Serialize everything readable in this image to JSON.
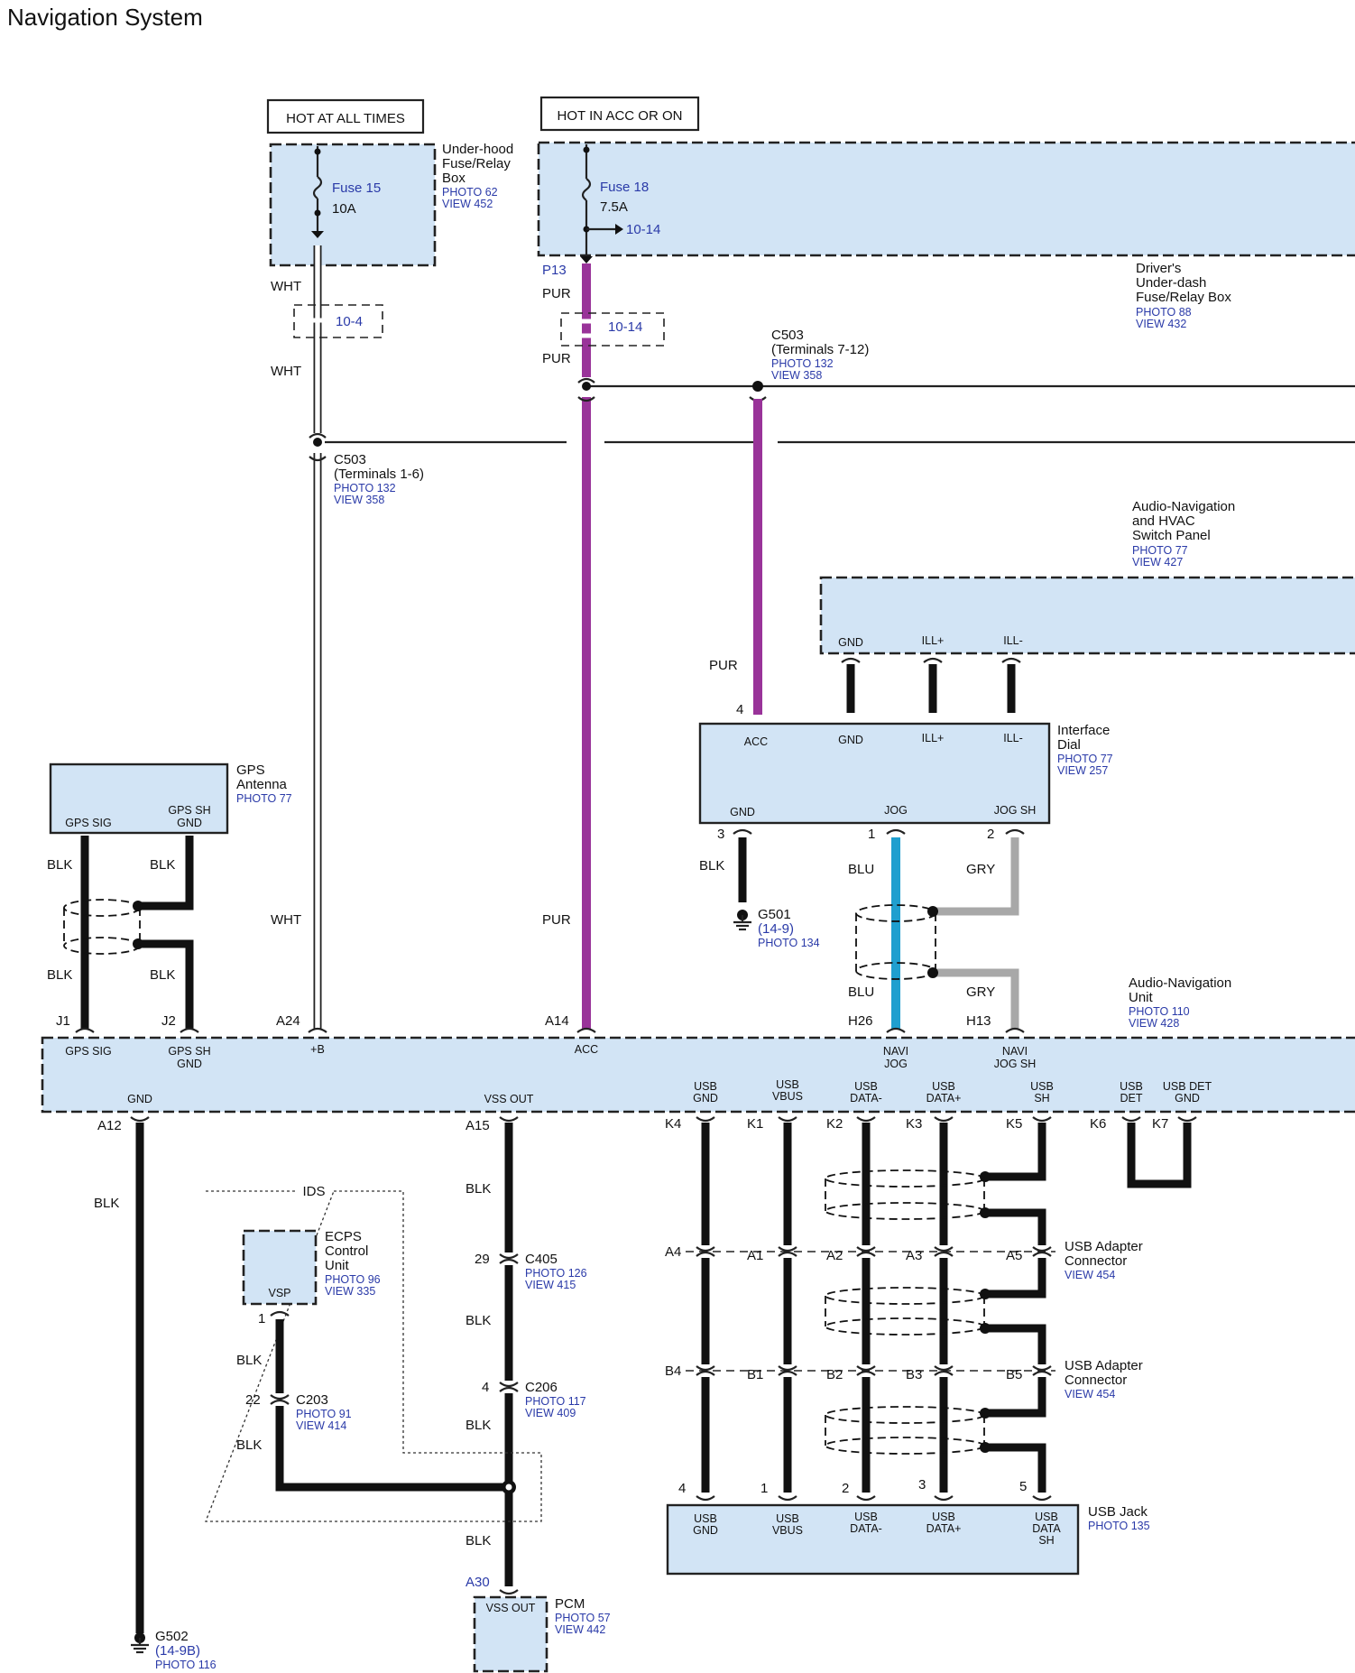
{
  "title": "Navigation System",
  "power": {
    "hot_at_all_times": "HOT AT ALL TIMES",
    "hot_in_acc": "HOT IN ACC OR ON",
    "fuse15": "Fuse 15",
    "fuse15_amp": "10A",
    "fuse18": "Fuse 18",
    "fuse18_amp": "7.5A",
    "fuse18_ref": "10-14",
    "underhood": [
      "Under-hood",
      "Fuse/Relay",
      "Box"
    ],
    "underhood_photo": "PHOTO 62",
    "underhood_view": "VIEW 452",
    "driver_box": [
      "Driver's",
      "Under-dash",
      "Fuse/Relay Box"
    ],
    "driver_photo": "PHOTO 88",
    "driver_view": "VIEW 432",
    "p13": "P13"
  },
  "wires": {
    "wht": "WHT",
    "pur": "PUR",
    "blk": "BLK",
    "blu": "BLU",
    "gry": "GRY",
    "ref_10_4": "10-4",
    "ref_10_14": "10-14"
  },
  "c503_b": {
    "name": "C503",
    "terms": "(Terminals 7-12)",
    "photo": "PHOTO 132",
    "view": "VIEW 358"
  },
  "c503_a": {
    "name": "C503",
    "terms": "(Terminals 1-6)",
    "photo": "PHOTO 132",
    "view": "VIEW 358"
  },
  "switch_panel": {
    "name": [
      "Audio-Navigation",
      "and HVAC",
      "Switch Panel"
    ],
    "photo": "PHOTO 77",
    "view": "VIEW 427",
    "pins": [
      "GND",
      "ILL+",
      "ILL-"
    ]
  },
  "interface_dial": {
    "name": [
      "Interface",
      "Dial"
    ],
    "photo": "PHOTO 77",
    "view": "VIEW 257",
    "top_pins": [
      "ACC",
      "GND",
      "ILL+",
      "ILL-"
    ],
    "bottom_pins": [
      "GND",
      "JOG",
      "JOG SH"
    ],
    "num_acc": "4",
    "num_gnd": "3",
    "num_jog": "1",
    "num_jogsh": "2"
  },
  "g501": {
    "name": "G501",
    "ref": "(14-9)",
    "photo": "PHOTO 134"
  },
  "gps": {
    "name": [
      "GPS",
      "Antenna"
    ],
    "photo": "PHOTO 77",
    "pin_sig": "GPS SIG",
    "pin_sh": [
      "GPS SH",
      "GND"
    ]
  },
  "unit": {
    "name": [
      "Audio-Navigation",
      "Unit"
    ],
    "photo": "PHOTO 110",
    "view": "VIEW 428",
    "top_terms": [
      "J1",
      "J2",
      "A24",
      "A14",
      "H26",
      "H13"
    ],
    "top_pins": [
      "GPS SIG",
      "GPS SH",
      "GND",
      "+B",
      "ACC",
      "NAVI",
      "JOG",
      "NAVI",
      "JOG SH"
    ],
    "bot_terms": [
      "A12",
      "A15",
      "K4",
      "K1",
      "K2",
      "K3",
      "K5",
      "K6",
      "K7"
    ],
    "bot_pins": [
      "GND",
      "VSS OUT",
      "USB",
      "GND",
      "USB",
      "VBUS",
      "USB",
      "DATA-",
      "USB",
      "DATA+",
      "USB",
      "SH",
      "USB",
      "DET",
      "USB DET",
      "GND"
    ]
  },
  "ids": "IDS",
  "ecps": {
    "name": [
      "ECPS",
      "Control",
      "Unit"
    ],
    "photo": "PHOTO 96",
    "view": "VIEW 335",
    "pin": "VSP",
    "num": "1"
  },
  "c203": {
    "name": "C203",
    "num": "22",
    "photo": "PHOTO 91",
    "view": "VIEW 414"
  },
  "c405": {
    "name": "C405",
    "num": "29",
    "photo": "PHOTO 126",
    "view": "VIEW 415"
  },
  "c206": {
    "name": "C206",
    "num": "4",
    "photo": "PHOTO 117",
    "view": "VIEW 409"
  },
  "pcm": {
    "name": "PCM",
    "term": "A30",
    "pin": "VSS OUT",
    "photo": "PHOTO 57",
    "view": "VIEW 442"
  },
  "g502": {
    "name": "G502",
    "ref": "(14-9B)",
    "photo": "PHOTO 116"
  },
  "usb_a": {
    "terms": [
      "A4",
      "A1",
      "A2",
      "A3",
      "A5"
    ],
    "name": [
      "USB Adapter",
      "Connector"
    ],
    "view": "VIEW 454"
  },
  "usb_b": {
    "terms": [
      "B4",
      "B1",
      "B2",
      "B3",
      "B5"
    ],
    "name": [
      "USB Adapter",
      "Connector"
    ],
    "view": "VIEW 454"
  },
  "usb_jack": {
    "name": "USB Jack",
    "photo": "PHOTO 135",
    "nums": [
      "4",
      "1",
      "2",
      "3",
      "5"
    ],
    "pins": [
      "USB",
      "GND",
      "USB",
      "VBUS",
      "USB",
      "DATA-",
      "USB",
      "DATA+",
      "USB",
      "DATA",
      "SH"
    ]
  },
  "colors": {
    "box_fill": "#d2e4f5",
    "purple": "#993399",
    "cyan": "#1f9fcf",
    "gray": "#a8a8a8",
    "ref_blue": "#2a3aa8"
  }
}
